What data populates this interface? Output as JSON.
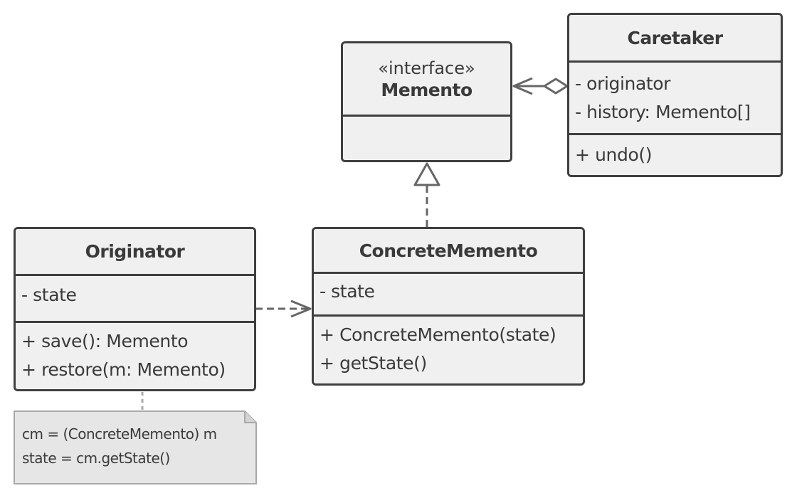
{
  "memento": {
    "stereotype": "«interface»",
    "name": "Memento"
  },
  "caretaker": {
    "name": "Caretaker",
    "fields": [
      "- originator",
      "- history: Memento[]"
    ],
    "methods": [
      "+ undo()"
    ]
  },
  "originator": {
    "name": "Originator",
    "fields": [
      "- state"
    ],
    "methods": [
      "+ save(): Memento",
      "+ restore(m: Memento)"
    ]
  },
  "concrete_memento": {
    "name": "ConcreteMemento",
    "fields": [
      "- state"
    ],
    "methods": [
      "+ ConcreteMemento(state)",
      "+ getState()"
    ]
  },
  "note": {
    "lines": [
      "cm = (ConcreteMemento) m",
      "state = cm.getState()"
    ]
  },
  "colors": {
    "line": "#3f3f3f",
    "box_fill": "#f0f0f0",
    "note_fill": "#e6e6e6",
    "connector": "#666666"
  }
}
